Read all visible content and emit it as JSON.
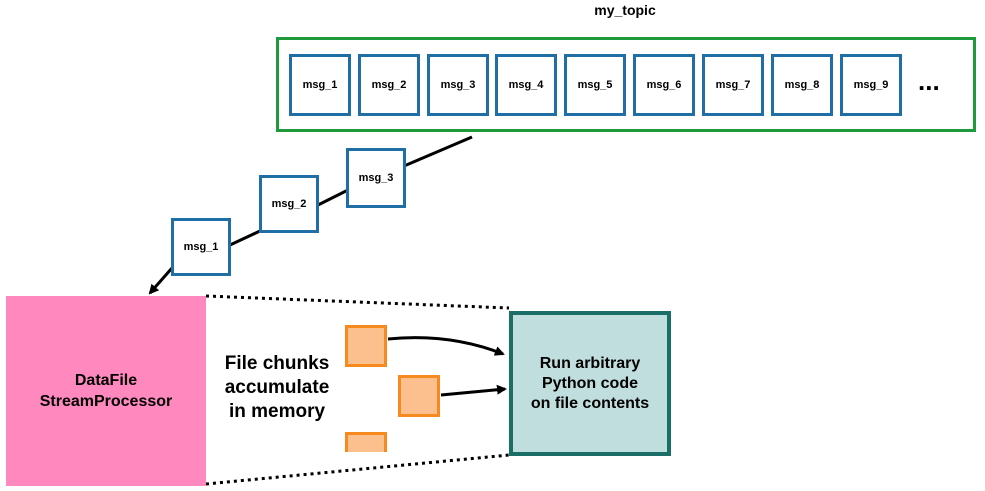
{
  "topic": {
    "title": "my_topic",
    "messages": [
      "msg_1",
      "msg_2",
      "msg_3",
      "msg_4",
      "msg_5",
      "msg_6",
      "msg_7",
      "msg_8",
      "msg_9"
    ],
    "ellipsis": "..."
  },
  "in_flight": [
    "msg_1",
    "msg_2",
    "msg_3"
  ],
  "processor": {
    "line1": "DataFile",
    "line2": "StreamProcessor"
  },
  "chunks_label": {
    "line1": "File chunks",
    "line2": "accumulate",
    "line3": "in memory"
  },
  "code_box": {
    "line1": "Run arbitrary",
    "line2": "Python code",
    "line3": "on file contents"
  },
  "colors": {
    "topic_border": "#1e9a3c",
    "message_border": "#1f6fa6",
    "processor_fill": "#ff88bf",
    "chunk_fill": "#fcc08f",
    "chunk_border": "#f68a1f",
    "code_box_fill": "#c0dedd",
    "code_box_border": "#1a6e67"
  }
}
